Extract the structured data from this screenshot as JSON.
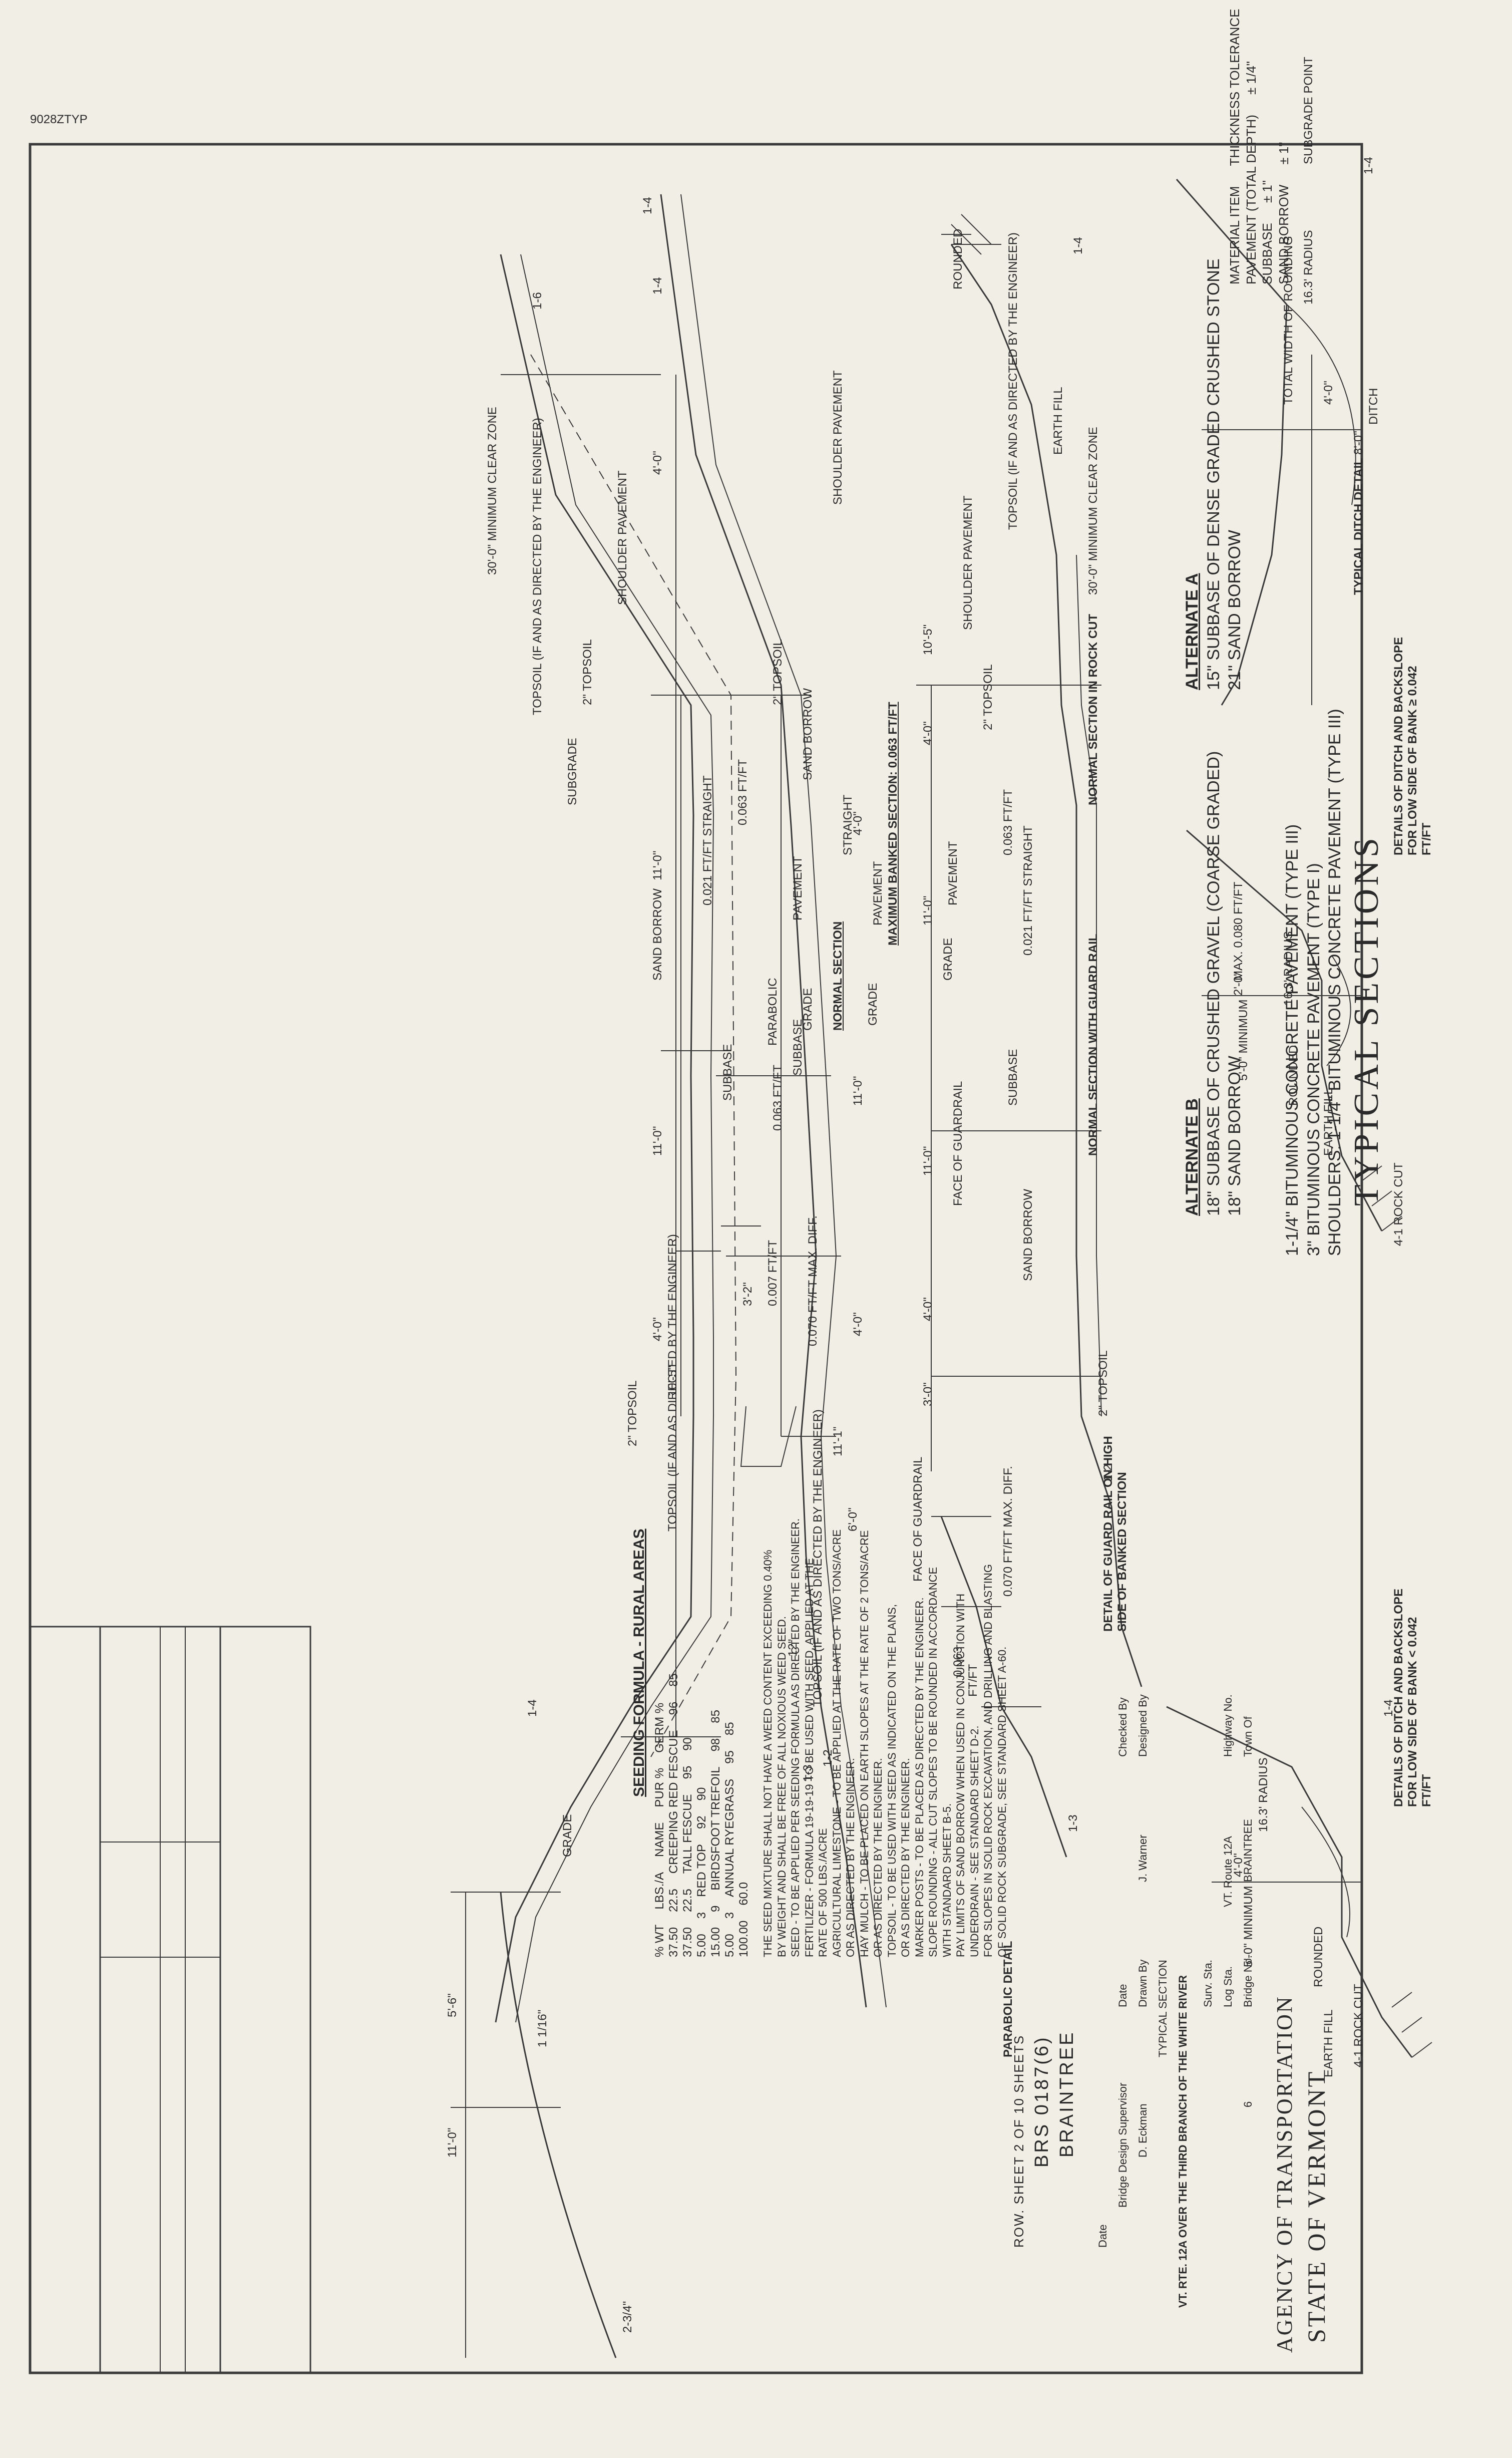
{
  "stamp": "9028ZTYP",
  "title": "TYPICAL SECTIONS",
  "pavement": {
    "lines": [
      "1-1/4\" BITUMINOUS CONCRETE PAVEMENT (TYPE III)",
      "3\" BITUMINOUS CONCRETE PAVEMENT (TYPE I)",
      "SHOULDERS: 1-1/4\" BITUMINOUS CONCRETE PAVEMENT (TYPE III)"
    ],
    "alt_a": {
      "title": "ALTERNATE A",
      "l1": "15\" SUBBASE OF DENSE GRADED CRUSHED STONE",
      "l2": "21\" SAND BORROW"
    },
    "alt_b": {
      "title": "ALTERNATE B",
      "l1": "18\" SUBBASE OF CRUSHED GRAVEL (COARSE GRADED)",
      "l2": "18\" SAND BORROW"
    }
  },
  "material_table": {
    "h1": "MATERIAL ITEM",
    "h2": "THICKNESS TOLERANCE",
    "rows": [
      {
        "item": "PAVEMENT (TOTAL DEPTH)",
        "tol": "± 1/4\""
      },
      {
        "item": "SUBBASE",
        "tol": "± 1\""
      },
      {
        "item": "SAND BORROW",
        "tol": "± 1\""
      }
    ]
  },
  "labels": {
    "min_clear": "30'-0\" MINIMUM CLEAR ZONE",
    "shoulder_pavement": "SHOULDER PAVEMENT",
    "topsoil_2": "2\" TOPSOIL",
    "topsoil": "TOPSOIL",
    "topsoil_directed": "TOPSOIL (IF AND AS DIRECTED BY THE ENGINEER)",
    "subgrade": "SUBGRADE",
    "sand_borrow": "SAND BORROW",
    "straight": "STRAIGHT",
    "slope_0063": "0.063 FT/FT",
    "slope_0021": "0.021 FT/FT STRAIGHT",
    "pavement": "PAVEMENT",
    "grade": "GRADE",
    "parabolic": "PARABOLIC",
    "subbase": "SUBBASE",
    "d_4_0": "4'-0\"",
    "d_11_0": "11'-0\"",
    "d_10_5": "10'-5\"",
    "d_3_2": "3'-2\"",
    "d_3_0": "3'-0\"",
    "d_6": "6\"",
    "d_12": "12\"",
    "d_6_0": "6'-0\"",
    "d_11_1": "11'-1\"",
    "s_1_4": "1-4",
    "s_1_6": "1-6",
    "s_1_2": "1-2",
    "s_1_3": "1-3",
    "rounded": "ROUNDED",
    "earth_fill": "EARTH FILL",
    "face_guardrail": "FACE OF GUARDRAIL",
    "max_diff": "0.070 FT/FT MAX. DIFF.",
    "slope_0007": "0.007 FT/FT",
    "slope_0063_short": "0.063",
    "ft_ft": "FT/FT",
    "radius": "16.3' RADIUS",
    "ditch": "DITCH",
    "cl": "℄",
    "d_8_0": "8'-0\"",
    "d_2_0": "2'-0\"",
    "d_5_0_min": "5'-0\" MINIMUM",
    "total_width": "TOTAL WIDTH OF ROUNDING",
    "subgrade_point": "SUBGRADE POINT",
    "max_0080": "MAX. 0.080 FT/FT",
    "rock_cut": "4-1 ROCK CUT",
    "d_5_6": "5'-6\"",
    "d_11_16": "1 1/16\"",
    "d_2_3_4": "2-3/4\""
  },
  "section_titles": {
    "normal": "NORMAL SECTION",
    "max_banked": "MAXIMUM BANKED SECTION: 0.063 FT/FT",
    "rock_cut": "NORMAL SECTION IN ROCK CUT",
    "guard_rail": "NORMAL SECTION WITH GUARD RAIL",
    "guard_high": "DETAIL OF GUARD RAIL ON HIGH SIDE OF BANKED SECTION",
    "ditch_typ": "TYPICAL DITCH DETAIL",
    "ditch_ge": "DETAILS OF DITCH AND BACKSLOPE FOR LOW SIDE OF BANK ≥ 0.042 FT/FT",
    "ditch_lt": "DETAILS OF DITCH AND BACKSLOPE FOR LOW SIDE OF BANK < 0.042 FT/FT",
    "parabolic": "PARABOLIC DETAIL"
  },
  "seeding": {
    "title": "SEEDING FORMULA - RURAL AREAS",
    "headers": [
      "% WT",
      "LBS./A",
      "NAME",
      "PUR %",
      "GERM %"
    ],
    "rows": [
      [
        "37.50",
        "22.5",
        "CREEPING RED FESCUE",
        "96",
        "85"
      ],
      [
        "37.50",
        "22.5",
        "TALL FESCUE",
        "95",
        "90"
      ],
      [
        "5.00",
        "3",
        "RED TOP",
        "92",
        "90"
      ],
      [
        "15.00",
        "9",
        "BIRDSFOOT TREFOIL",
        "98",
        "85"
      ],
      [
        "5.00",
        "3",
        "ANNUAL RYEGRASS",
        "95",
        "85"
      ]
    ],
    "total": [
      "100.00",
      "60.0"
    ],
    "notes": [
      "THE SEED MIXTURE SHALL NOT HAVE A WEED CONTENT EXCEEDING 0.40%",
      "BY WEIGHT AND SHALL BE FREE OF ALL NOXIOUS WEED SEED.",
      "SEED - TO BE APPLIED PER SEEDING FORMULA AS DIRECTED BY THE ENGINEER.",
      "FERTILIZER - FORMULA 19-19-19 TO BE USED WITH SEED, APPLIED AT THE",
      "RATE OF 500 LBS./ACRE",
      "AGRICULTURAL LIMESTONE - TO BE APPLIED AT THE RATE OF TWO TONS/ACRE",
      "OR AS DIRECTED BY THE ENGINEER.",
      "HAY MULCH - TO BE PLACED ON EARTH SLOPES AT THE RATE OF 2 TONS/ACRE",
      "OR AS DIRECTED BY THE ENGINEER.",
      "TOPSOIL - TO BE USED WITH SEED AS INDICATED ON THE PLANS,",
      "OR AS DIRECTED BY THE ENGINEER.",
      "MARKER POSTS - TO BE PLACED AS DIRECTED BY THE ENGINEER.",
      "SLOPE ROUNDING - ALL CUT SLOPES TO BE ROUNDED IN ACCORDANCE",
      "WITH STANDARD SHEET B-5.",
      "PAY LIMITS OF SAND BORROW WHEN USED IN CONJUNCTION WITH",
      "UNDERDRAIN - SEE STANDARD SHEET D-2.",
      "FOR SLOPES IN SOLID ROCK EXCAVATION, AND DRILLING AND BLASTING",
      "OF SOLID ROCK SUBGRADE, SEE STANDARD SHEET A-60."
    ]
  },
  "title_block": {
    "state": "STATE OF VERMONT",
    "agency": "AGENCY OF TRANSPORTATION",
    "town_label": "Town Of",
    "town": "BRAINTREE",
    "bridge_label": "Bridge No.",
    "bridge": "6",
    "highway_label": "Highway No.",
    "highway": "VT. Route 12A",
    "log_label": "Log Sta.",
    "surv_label": "Surv. Sta.",
    "project_desc": "VT. RTE. 12A OVER THE THIRD BRANCH OF THE WHITE RIVER",
    "sheet_desc": "TYPICAL SECTION",
    "designed_label": "Designed By",
    "designed": "J. Warner",
    "checked_label": "Checked By",
    "drawn_label": "Drawn By",
    "drawn": "D. Eckman",
    "date_label": "Date",
    "supervisor": "Bridge Design Supervisor",
    "project": "BRAINTREE",
    "project_no": "BRS 0187(6)",
    "sheet": "ROW. SHEET 2 OF 10 SHEETS"
  }
}
